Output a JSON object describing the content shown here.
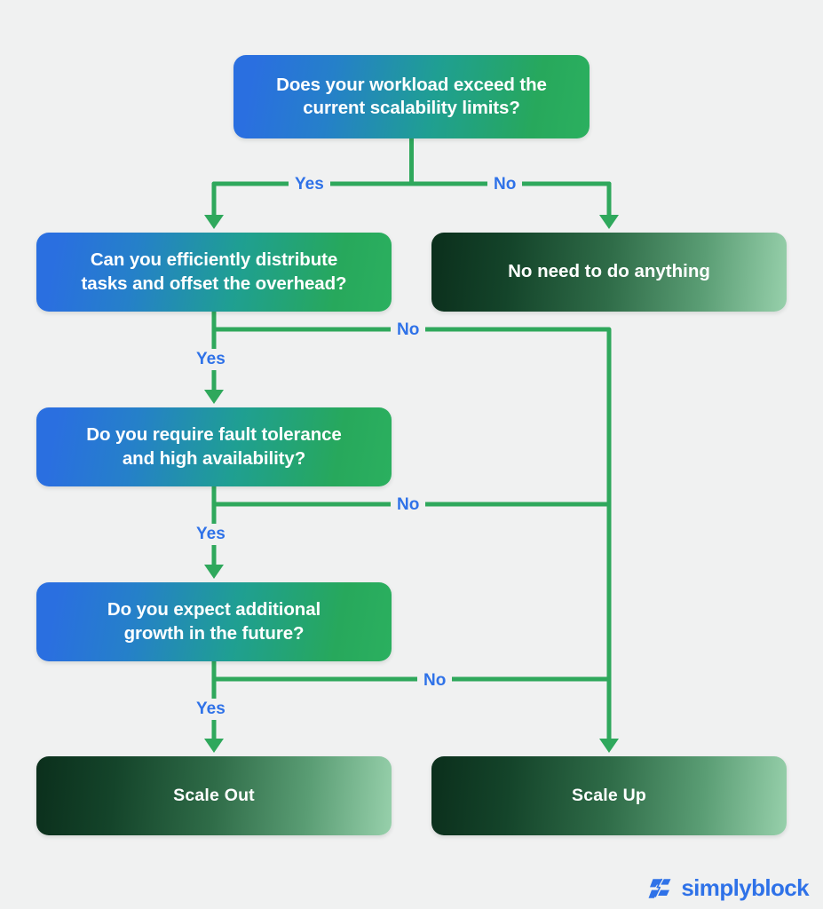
{
  "background_color": "#f0f1f1",
  "theme": {
    "question_gradient_from": "#2a6fe0",
    "question_gradient_to": "#2bb05f",
    "result_gradient_from": "#0b2f1c",
    "result_gradient_to": "#97d0ab",
    "connector_color": "#2fa85c",
    "label_color": "#2f72e8",
    "node_text_color": "#ffffff"
  },
  "flowchart": {
    "type": "decision-flowchart",
    "nodes": [
      {
        "id": "start",
        "kind": "question",
        "text": "Does your workload exceed the\ncurrent scalability limits?"
      },
      {
        "id": "q1",
        "kind": "question",
        "text": "Can you efficiently distribute\ntasks and offset the overhead?"
      },
      {
        "id": "noop",
        "kind": "terminal",
        "text": "No need to do anything"
      },
      {
        "id": "q2",
        "kind": "question",
        "text": "Do you require fault tolerance\nand high availability?"
      },
      {
        "id": "q3",
        "kind": "question",
        "text": "Do you expect additional\ngrowth in the future?"
      },
      {
        "id": "scale_out",
        "kind": "result",
        "text": "Scale Out"
      },
      {
        "id": "scale_up",
        "kind": "result",
        "text": "Scale Up"
      }
    ],
    "edges": [
      {
        "from": "start",
        "to": "q1",
        "label": "Yes"
      },
      {
        "from": "start",
        "to": "noop",
        "label": "No"
      },
      {
        "from": "q1",
        "to": "q2",
        "label": "Yes"
      },
      {
        "from": "q1",
        "to": "scale_up",
        "label": "No"
      },
      {
        "from": "q2",
        "to": "q3",
        "label": "Yes"
      },
      {
        "from": "q2",
        "to": "scale_up",
        "label": "No"
      },
      {
        "from": "q3",
        "to": "scale_out",
        "label": "Yes"
      },
      {
        "from": "q3",
        "to": "scale_up",
        "label": "No"
      }
    ]
  },
  "footer": {
    "brand": "simplyblock"
  }
}
